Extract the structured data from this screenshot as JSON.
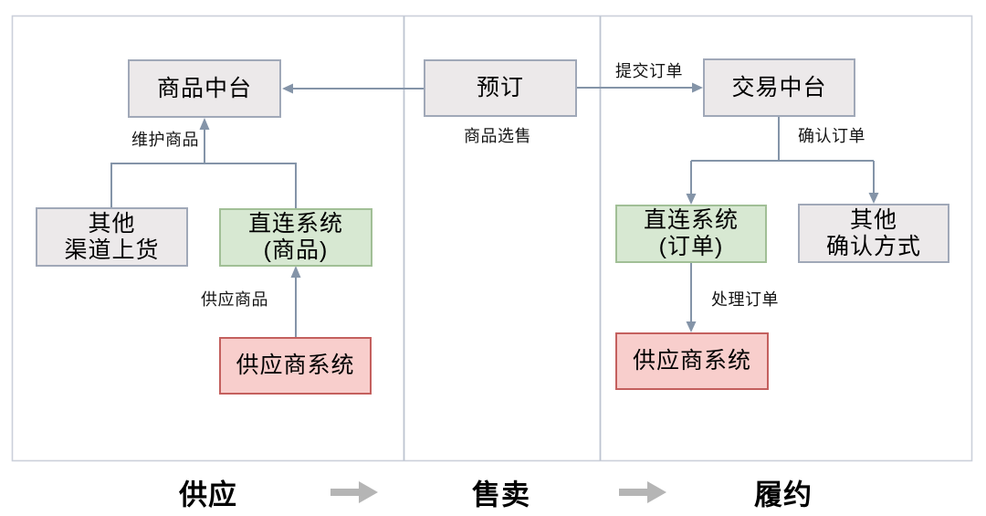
{
  "diagram": {
    "stages": {
      "supply": "供应",
      "sell": "售卖",
      "fulfill": "履约"
    },
    "nodes": {
      "product_platform": {
        "label": "商品中台"
      },
      "booking": {
        "label": "预订"
      },
      "trade_platform": {
        "label": "交易中台"
      },
      "other_channels": {
        "line1": "其他",
        "line2": "渠道上货"
      },
      "direct_connect_product": {
        "line1": "直连系统",
        "line2": "(商品)"
      },
      "supplier_system_left": {
        "label": "供应商系统"
      },
      "direct_connect_order": {
        "line1": "直连系统",
        "line2": "(订单)"
      },
      "other_confirm_methods": {
        "line1": "其他",
        "line2": "确认方式"
      },
      "supplier_system_right": {
        "label": "供应商系统"
      }
    },
    "edge_labels": {
      "maintain_product": "维护商品",
      "supply_product": "供应商品",
      "product_selection": "商品选售",
      "submit_order": "提交订单",
      "confirm_order": "确认订单",
      "process_order": "处理订单"
    }
  },
  "colors": {
    "gray_fill": "#ECE9EA",
    "gray_border": "#A0A8B8",
    "green_fill": "#D7E8D2",
    "green_border": "#A1BF96",
    "red_fill": "#F8CECC",
    "red_border": "#C4605E",
    "connector": "#8494A8",
    "frame_border": "#CBD0DA",
    "divider": "#BDC4D1",
    "stage_arrow": "#B5B5B5"
  }
}
